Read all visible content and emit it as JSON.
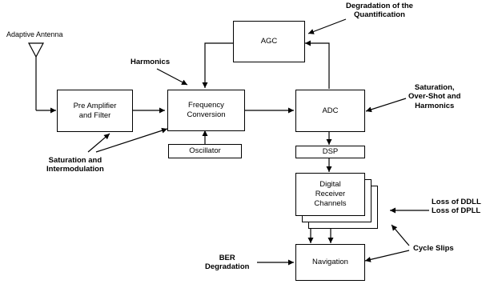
{
  "blocks": {
    "agc": "AGC",
    "pre_amp": "Pre Amplifier\nand Filter",
    "freq_conv": "Frequency\nConversion",
    "adc": "ADC",
    "oscillator": "Oscillator",
    "dsp": "DSP",
    "receiver": "Digital\nReceiver\nChannels",
    "navigation": "Navigation"
  },
  "labels": {
    "antenna": "Adaptive Antenna",
    "quantification": "Degradation of the\nQuantification",
    "harmonics": "Harmonics",
    "saturation_overshot": "Saturation,\nOver-Shot and\nHarmonics",
    "saturation_intermod": "Saturation and\nIntermodulation",
    "loss_dll": "Loss of DDLL\nLoss of DPLL",
    "cycle_slips": "Cycle Slips",
    "ber": "BER\nDegradation"
  }
}
